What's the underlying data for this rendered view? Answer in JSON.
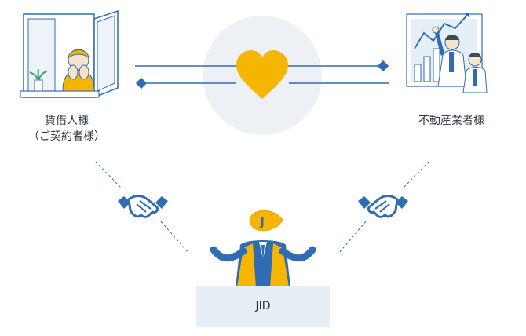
{
  "tenant": {
    "label_line1": "賃借人様",
    "label_line2": "（ご契約者様）"
  },
  "agency": {
    "label": "不動産業者様"
  },
  "center": {
    "icon": "heart-icon"
  },
  "jid": {
    "label": "JID",
    "badge_letter": "J"
  },
  "colors": {
    "blue": "#2f6cb3",
    "orange": "#f6b500",
    "light_blue": "#e6eef6",
    "circle": "#edf1f6",
    "text": "#2b3441"
  }
}
